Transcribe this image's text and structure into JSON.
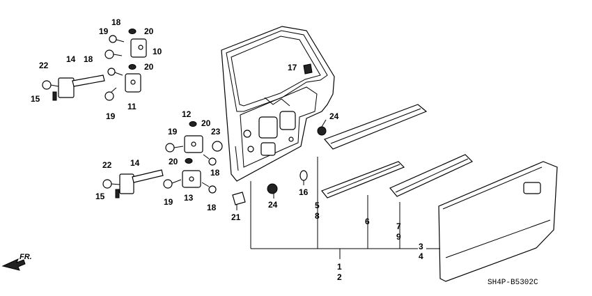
{
  "diagram": {
    "callouts": [
      {
        "id": "c18a",
        "text": "18"
      },
      {
        "id": "c19a",
        "text": "19"
      },
      {
        "id": "c20a",
        "text": "20"
      },
      {
        "id": "c10",
        "text": "10"
      },
      {
        "id": "c22a",
        "text": "22"
      },
      {
        "id": "c14a",
        "text": "14"
      },
      {
        "id": "c18b",
        "text": "18"
      },
      {
        "id": "c20b",
        "text": "20"
      },
      {
        "id": "c15a",
        "text": "15"
      },
      {
        "id": "c11",
        "text": "11"
      },
      {
        "id": "c19b",
        "text": "19"
      },
      {
        "id": "c17",
        "text": "17"
      },
      {
        "id": "c24a",
        "text": "24"
      },
      {
        "id": "c12",
        "text": "12"
      },
      {
        "id": "c20c",
        "text": "20"
      },
      {
        "id": "c19c",
        "text": "19"
      },
      {
        "id": "c23",
        "text": "23"
      },
      {
        "id": "c20d",
        "text": "20"
      },
      {
        "id": "c18c",
        "text": "18"
      },
      {
        "id": "c22b",
        "text": "22"
      },
      {
        "id": "c14b",
        "text": "14"
      },
      {
        "id": "c15b",
        "text": "15"
      },
      {
        "id": "c19d",
        "text": "19"
      },
      {
        "id": "c13",
        "text": "13"
      },
      {
        "id": "c18d",
        "text": "18"
      },
      {
        "id": "c21",
        "text": "21"
      },
      {
        "id": "c24b",
        "text": "24"
      },
      {
        "id": "c16",
        "text": "16"
      },
      {
        "id": "c5",
        "text": "5"
      },
      {
        "id": "c8",
        "text": "8"
      },
      {
        "id": "c6",
        "text": "6"
      },
      {
        "id": "c7",
        "text": "7"
      },
      {
        "id": "c9",
        "text": "9"
      },
      {
        "id": "c3",
        "text": "3"
      },
      {
        "id": "c4",
        "text": "4"
      },
      {
        "id": "c1",
        "text": "1"
      },
      {
        "id": "c2",
        "text": "2"
      }
    ],
    "direction_label": "FR.",
    "diagram_code": "SH4P-B5302C"
  }
}
